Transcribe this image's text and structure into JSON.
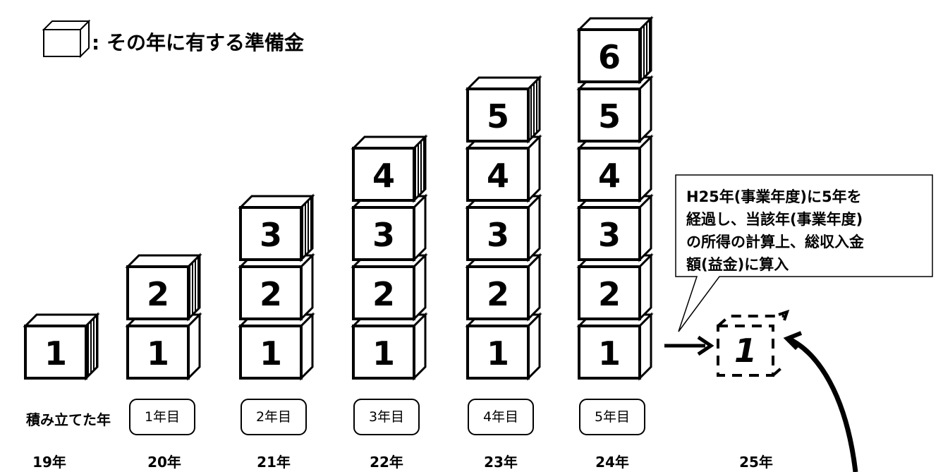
{
  "legend": {
    "text": ": その年に有する準備金"
  },
  "stacks": [
    {
      "count": 1
    },
    {
      "count": 2
    },
    {
      "count": 3
    },
    {
      "count": 4
    },
    {
      "count": 5
    },
    {
      "count": 6
    }
  ],
  "ghost_box": {
    "label": "1"
  },
  "row_label": "積み立てた年",
  "pills": [
    "1年目",
    "2年目",
    "3年目",
    "4年目",
    "5年目"
  ],
  "years": [
    "19年",
    "20年",
    "21年",
    "22年",
    "23年",
    "24年",
    "25年"
  ],
  "callout": {
    "lines": [
      "H25年(事業年度)に5年を",
      "経過し、当該年(事業年度)",
      "の所得の計算上、総収入金",
      "額(益金)に算入"
    ]
  }
}
